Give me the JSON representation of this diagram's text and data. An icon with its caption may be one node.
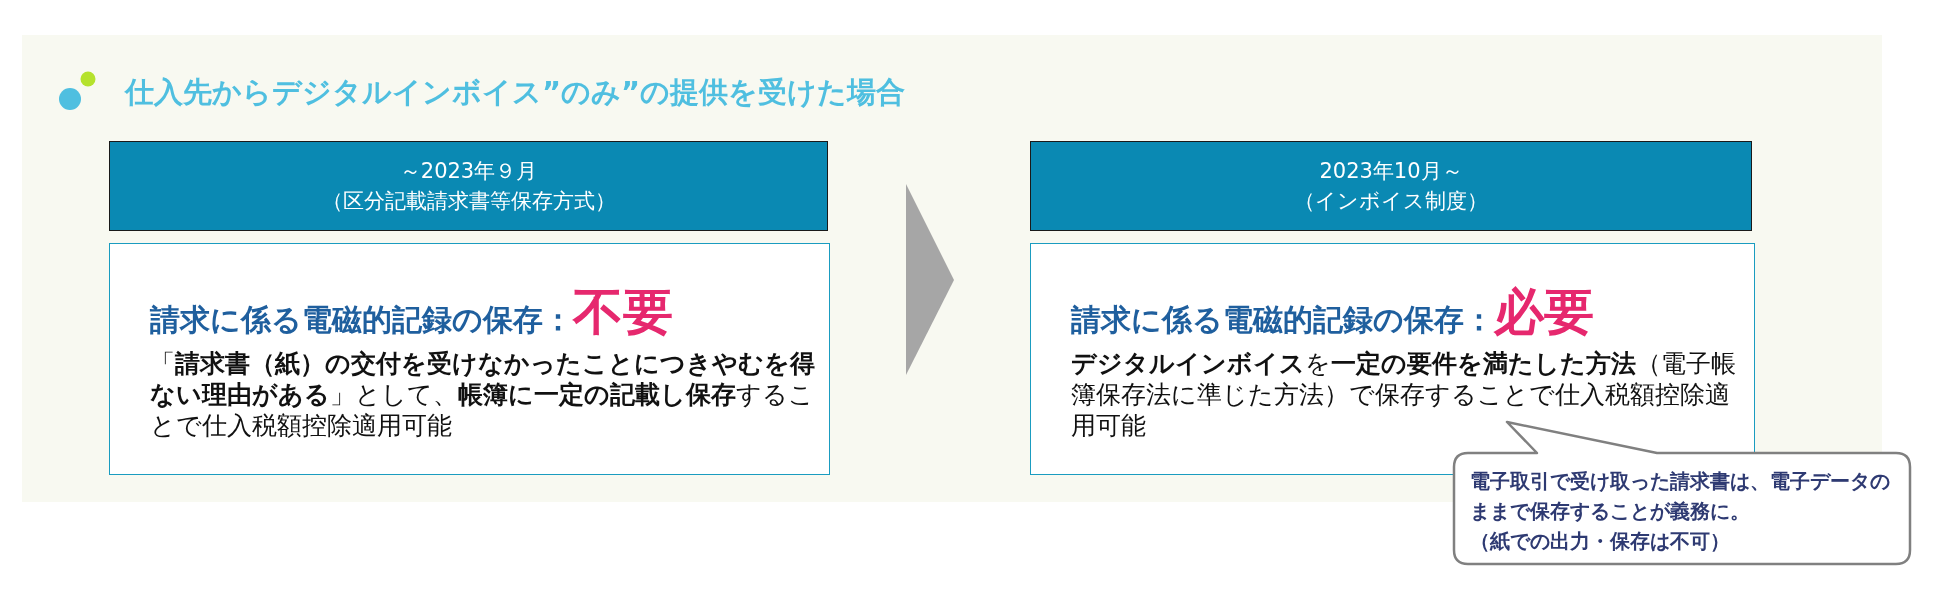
{
  "diagram": {
    "title": "仕入先からデジタルインボイス”のみ”の提供を受けた場合",
    "nodes": [
      {
        "text": [
          "～2023年９月",
          "（区分記載請求書等保存方式）"
        ]
      },
      {
        "text": [
          "請求に係る電磁的記録の保存：",
          "不要",
          "「**請求書（紙）の交付を受けなかったことにつきやむを得ない理由がある**」として、**帳簿に一定の記載し保存**することで仕入税額控除適用可能"
        ]
      },
      {
        "text": [
          "2023年10月～",
          "（インボイス制度）"
        ]
      },
      {
        "text": [
          "請求に係る電磁的記録の保存：",
          "必要",
          "**デジタルインボイス**を**一定の要件を満たした方法**（電子帳簿保存法に準じた方法）で保存することで仕入税額控除適用可能"
        ]
      },
      {
        "text": [
          "電子取引で受け取った請求書は、電子データのままで保存することが義務に。",
          "（紙での出力・保存は不可）"
        ]
      }
    ],
    "edges": [
      {
        "from": 1,
        "to": 3,
        "arrow": "to"
      }
    ]
  }
}
